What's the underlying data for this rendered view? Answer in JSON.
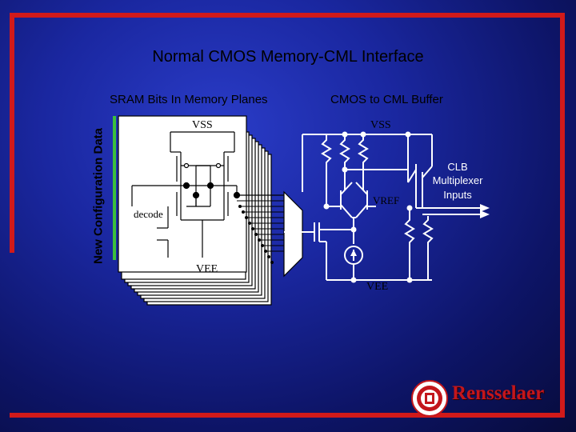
{
  "slide": {
    "title": "Normal CMOS Memory-CML Interface",
    "left_heading": "SRAM Bits In Memory Planes",
    "right_heading": "CMOS to CML Buffer",
    "vertical_label": "New Configuration Data"
  },
  "circuit": {
    "vss_left": "VSS",
    "vee_left": "VEE",
    "decode": "decode",
    "vss_right": "VSS",
    "vref": "VREF",
    "vee_right": "VEE",
    "clb_label": [
      "CLB",
      "Multiplexer",
      "Inputs"
    ]
  },
  "brand": {
    "name": "Rensselaer"
  },
  "colors": {
    "frame": "#d11a1a",
    "accent_bar": "#3cbf3c",
    "brand": "#c3161c"
  }
}
